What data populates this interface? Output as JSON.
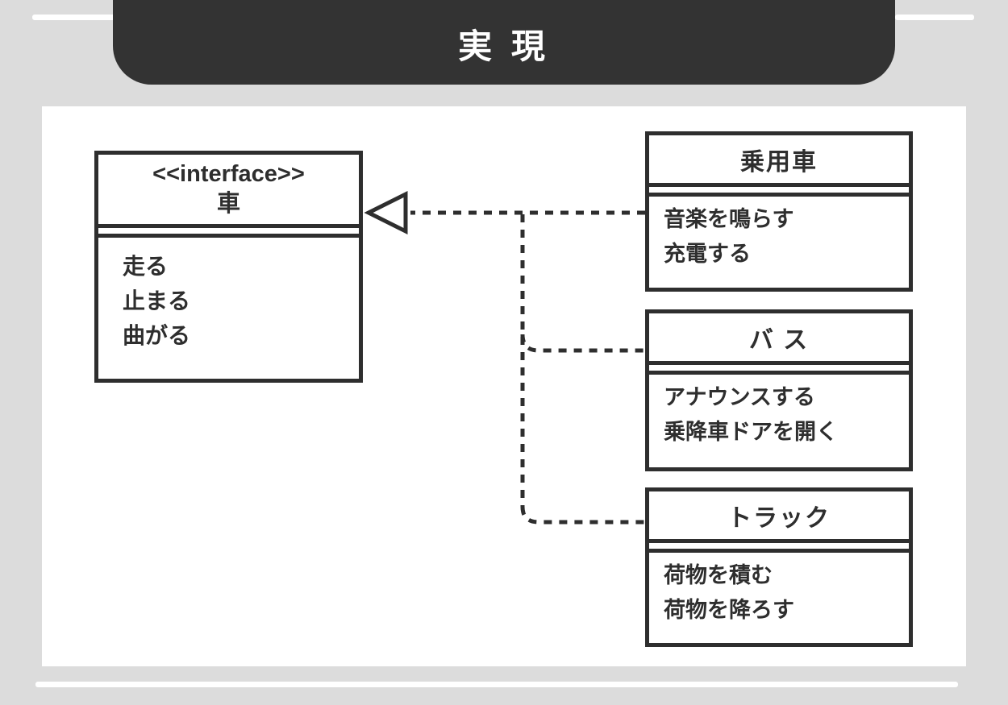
{
  "page": {
    "background_color": "#dcdcdc",
    "panel_color": "#ffffff",
    "ink_color": "#2e2e2e",
    "header_color": "#333333"
  },
  "header": {
    "title": "実 現"
  },
  "diagram": {
    "relationship_type": "realization",
    "arrow": "hollow-triangle-with-dashed-line",
    "interface": {
      "stereotype": "<<interface>>",
      "name": "車",
      "methods": [
        "走る",
        "止まる",
        "曲がる"
      ]
    },
    "classes": [
      {
        "name": "乗用車",
        "methods": [
          "音楽を鳴らす",
          "充電する"
        ]
      },
      {
        "name": "バ ス",
        "methods": [
          "アナウンスする",
          "乗降車ドアを開く"
        ]
      },
      {
        "name": "トラック",
        "methods": [
          "荷物を積む",
          "荷物を降ろす"
        ]
      }
    ]
  }
}
